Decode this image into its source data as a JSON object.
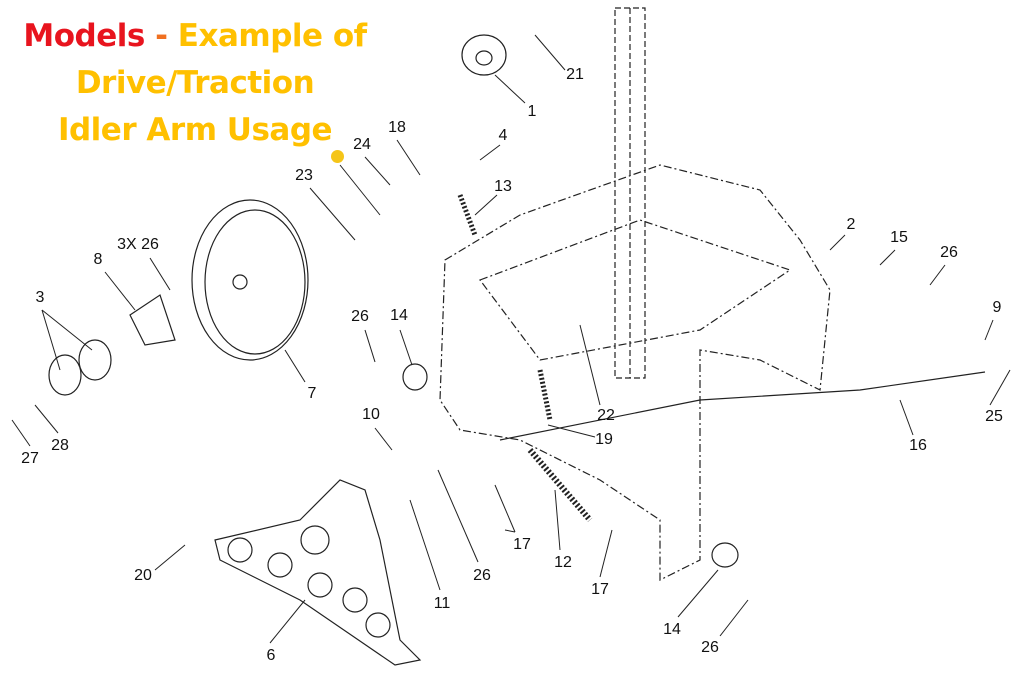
{
  "title": {
    "line1_models": "Models",
    "line1_dash": "-",
    "line1_rest": "Example of",
    "line2": "Drive/Traction",
    "line3": "Idler Arm Usage"
  },
  "callouts": [
    "21",
    "1",
    "4",
    "18",
    "24",
    "13",
    "23",
    "2",
    "15",
    "26",
    "9",
    "25",
    "16",
    "3X 26",
    "8",
    "3",
    "7",
    "26",
    "14",
    "22",
    "19",
    "10",
    "27",
    "28",
    "20",
    "11",
    "26",
    "17",
    "12",
    "17",
    "6",
    "14",
    "26"
  ],
  "colors": {
    "models": "#e8141e",
    "dash": "#f07020",
    "heading": "#ffc000",
    "marker": "#f5c518"
  }
}
